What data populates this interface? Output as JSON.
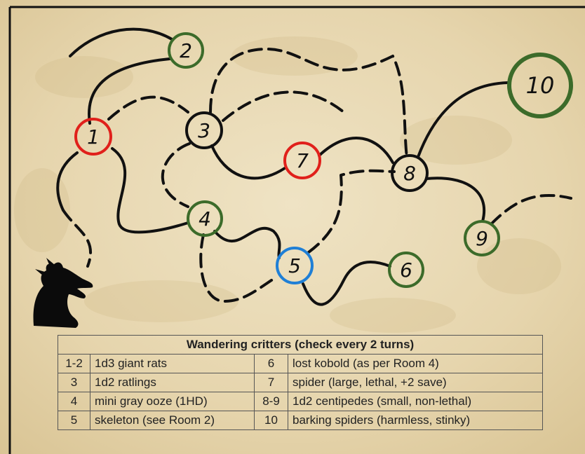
{
  "map": {
    "background_colors": [
      "#e8d9b5",
      "#d9c494",
      "#efe3c4"
    ],
    "path_color": "#111111",
    "border_color": "#111111",
    "node_ring_colors": {
      "red": "#e0201b",
      "green": "#3c6b2a",
      "blue": "#1f7fd6"
    },
    "icons": [
      "dragon-icon"
    ],
    "nodes": [
      {
        "id": "1",
        "label": "1",
        "color": "red"
      },
      {
        "id": "2",
        "label": "2",
        "color": "green"
      },
      {
        "id": "3",
        "label": "3",
        "color": "black"
      },
      {
        "id": "4",
        "label": "4",
        "color": "green"
      },
      {
        "id": "5",
        "label": "5",
        "color": "blue"
      },
      {
        "id": "6",
        "label": "6",
        "color": "green"
      },
      {
        "id": "7",
        "label": "7",
        "color": "red"
      },
      {
        "id": "8",
        "label": "8",
        "color": "black"
      },
      {
        "id": "9",
        "label": "9",
        "color": "green"
      },
      {
        "id": "10",
        "label": "10",
        "color": "green"
      }
    ]
  },
  "table": {
    "title": "Wandering critters (check every 2 turns)",
    "rows": [
      {
        "roll_a": "1-2",
        "creature_a": "1d3 giant rats",
        "roll_b": "6",
        "creature_b": "lost kobold (as per Room 4)"
      },
      {
        "roll_a": "3",
        "creature_a": "1d2 ratlings",
        "roll_b": "7",
        "creature_b": "spider (large, lethal, +2 save)"
      },
      {
        "roll_a": "4",
        "creature_a": "mini gray ooze (1HD)",
        "roll_b": "8-9",
        "creature_b": "1d2 centipedes (small, non-lethal)"
      },
      {
        "roll_a": "5",
        "creature_a": "skeleton (see Room 2)",
        "roll_b": "10",
        "creature_b": "barking spiders (harmless, stinky)"
      }
    ]
  }
}
